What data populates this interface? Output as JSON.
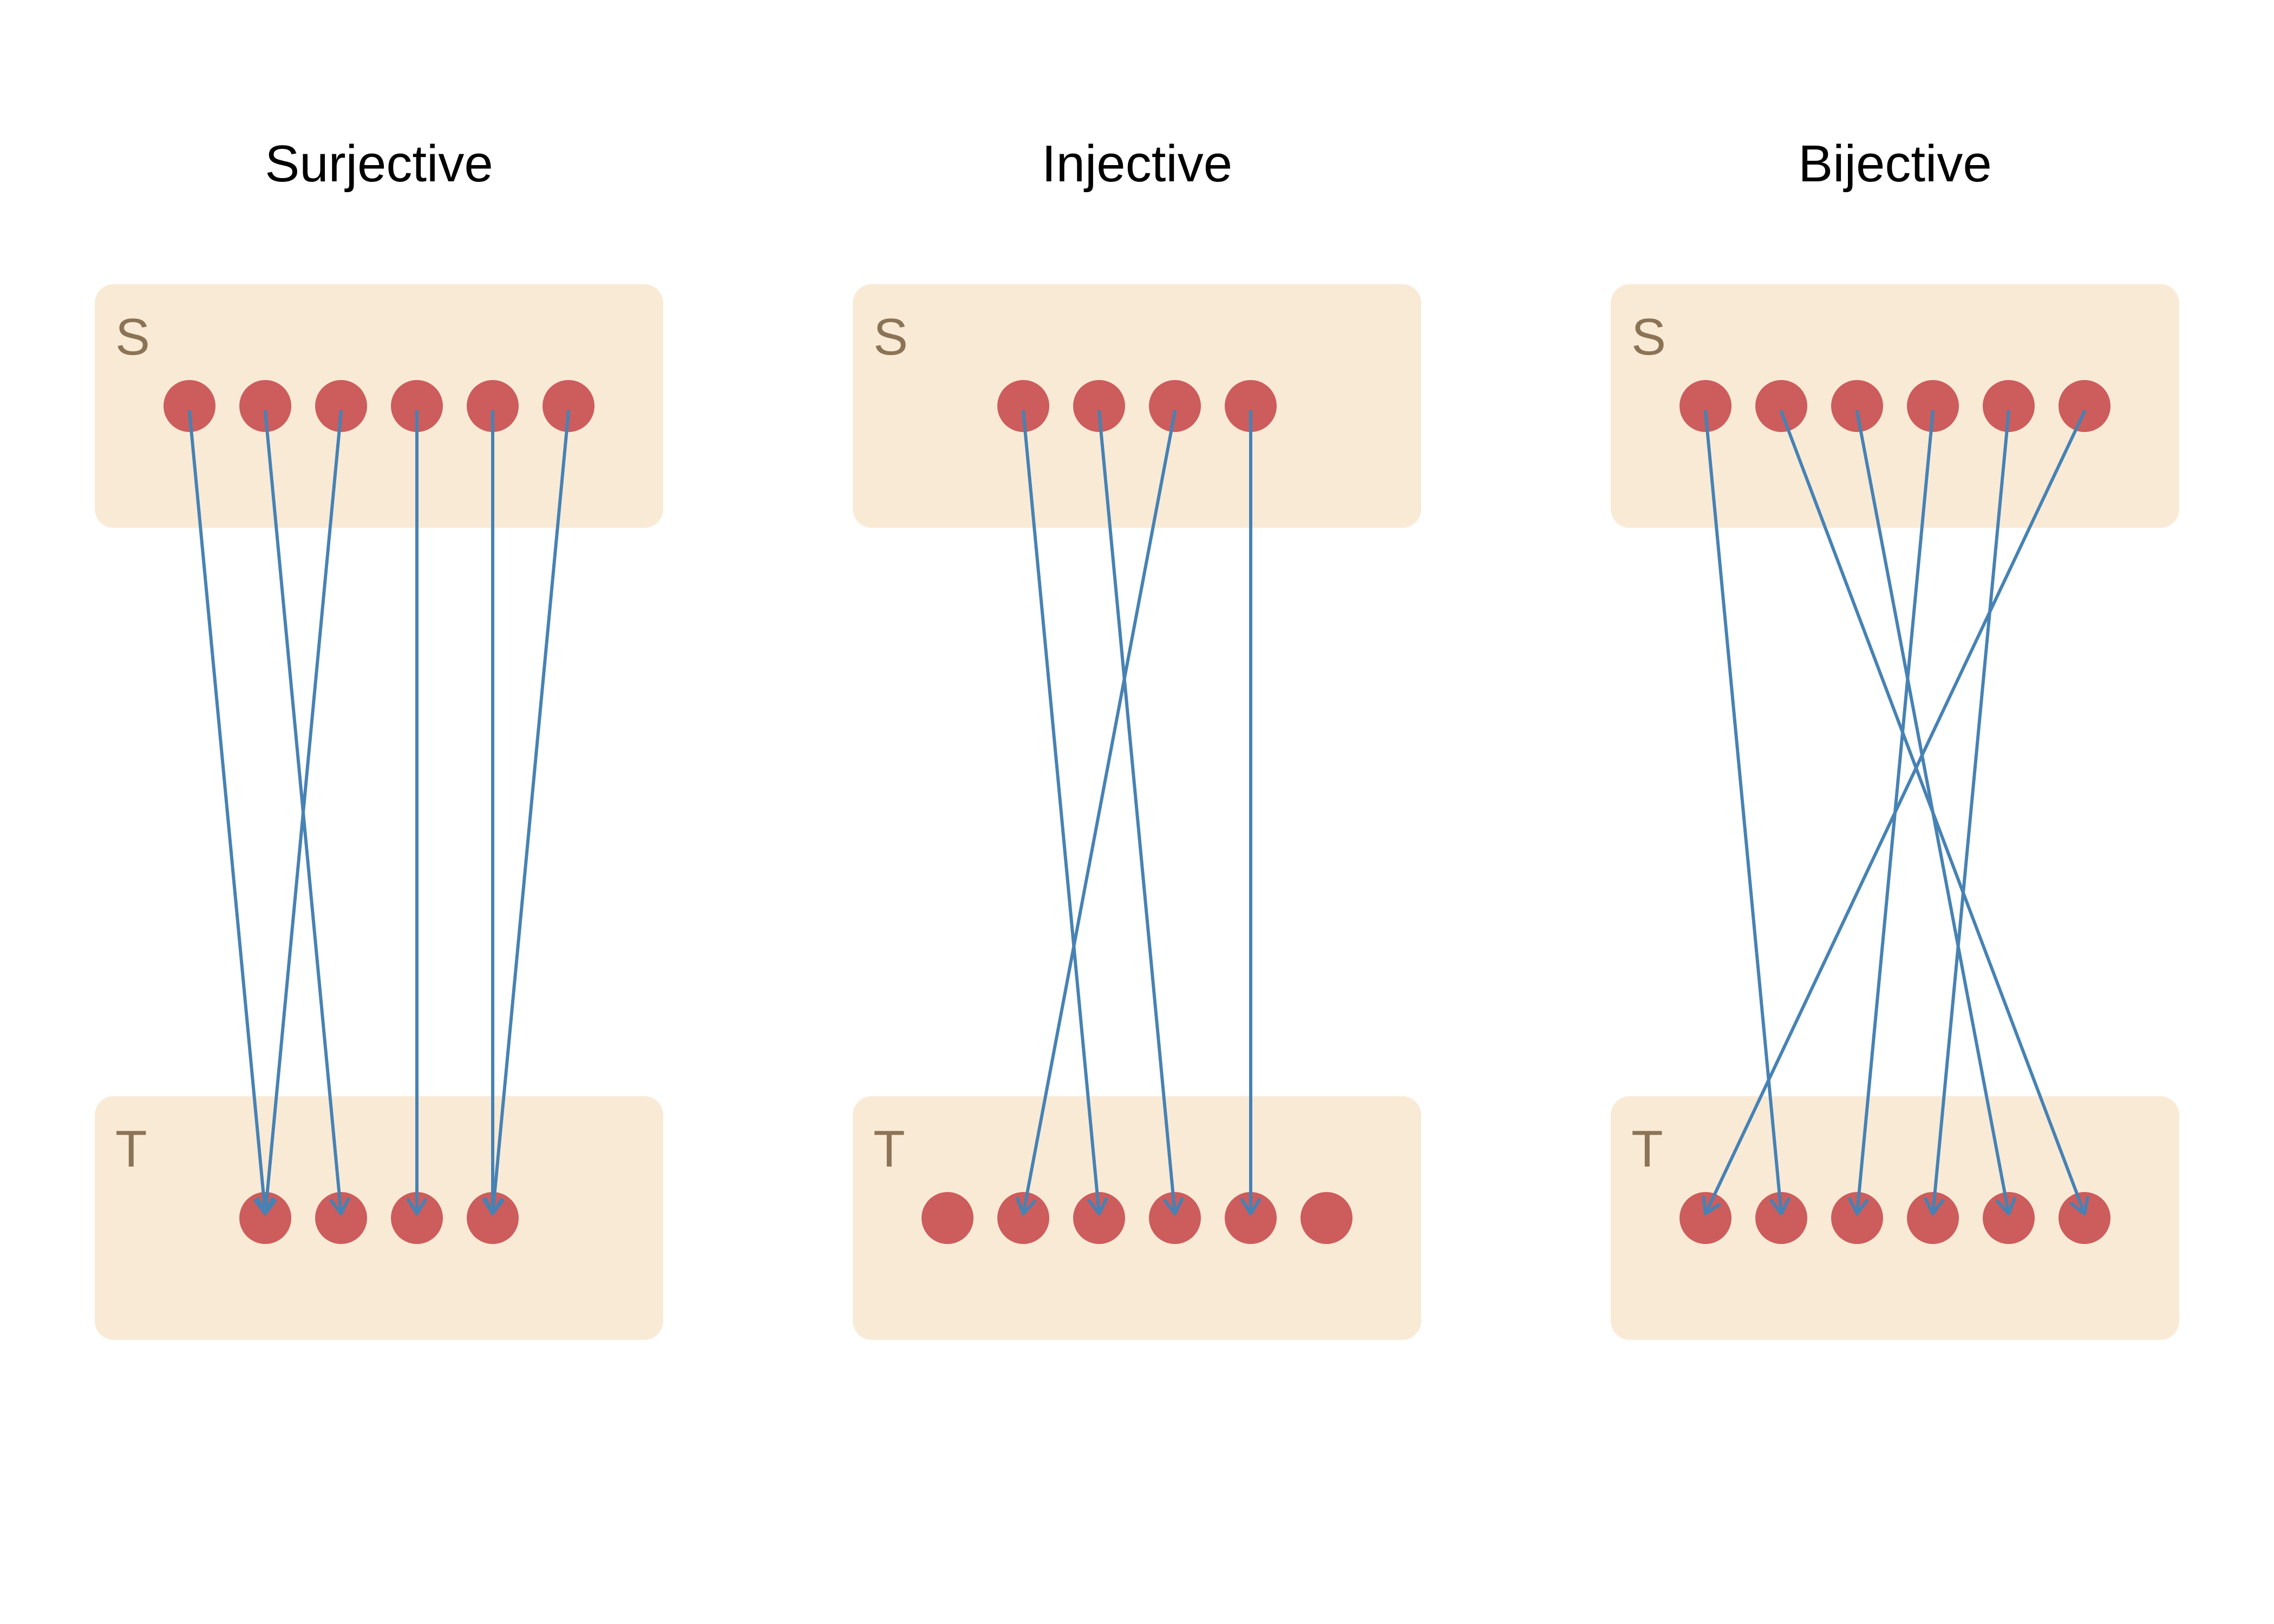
{
  "colors": {
    "box_fill": "#f9ead6",
    "label": "#8b7355",
    "node": "#cd5c5c",
    "arrow": "#4682b4"
  },
  "panels": [
    {
      "title": "Surjective",
      "source_label": "S",
      "target_label": "T",
      "source_nodes": [
        0,
        1,
        2,
        3,
        4,
        5
      ],
      "target_nodes": [
        1,
        2,
        3,
        4
      ],
      "mapping": [
        [
          0,
          1
        ],
        [
          1,
          2
        ],
        [
          2,
          1
        ],
        [
          3,
          3
        ],
        [
          4,
          4
        ],
        [
          5,
          4
        ]
      ]
    },
    {
      "title": "Injective",
      "source_label": "S",
      "target_label": "T",
      "source_nodes": [
        1,
        2,
        3,
        4
      ],
      "target_nodes": [
        0,
        1,
        2,
        3,
        4,
        5
      ],
      "mapping": [
        [
          1,
          2
        ],
        [
          2,
          3
        ],
        [
          3,
          1
        ],
        [
          4,
          4
        ]
      ]
    },
    {
      "title": "Bijective",
      "source_label": "S",
      "target_label": "T",
      "source_nodes": [
        0,
        1,
        2,
        3,
        4,
        5
      ],
      "target_nodes": [
        0,
        1,
        2,
        3,
        4,
        5
      ],
      "mapping": [
        [
          0,
          1
        ],
        [
          1,
          5
        ],
        [
          2,
          4
        ],
        [
          3,
          2
        ],
        [
          4,
          3
        ],
        [
          5,
          0
        ]
      ]
    }
  ]
}
